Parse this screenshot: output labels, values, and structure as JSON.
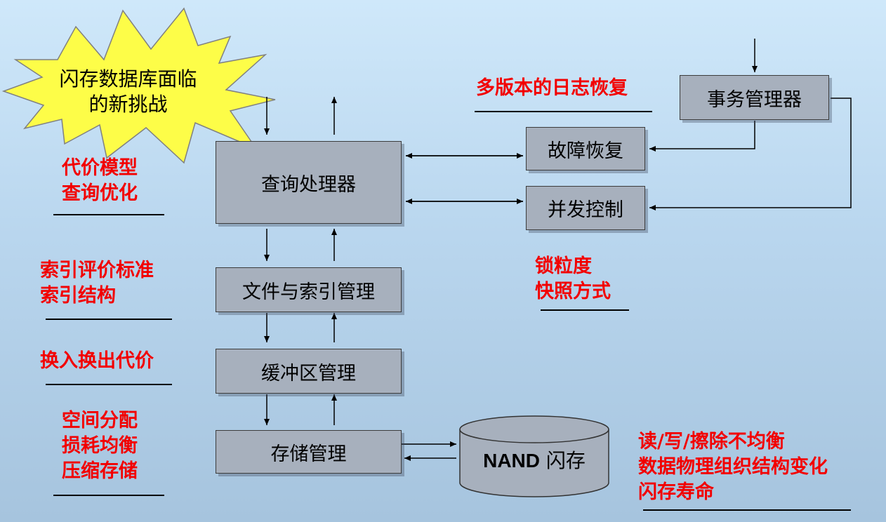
{
  "starburst": {
    "line1": "闪存数据库面临",
    "line2": "的新挑战"
  },
  "boxes": {
    "query": "查询处理器",
    "file_index": "文件与索引管理",
    "buffer": "缓冲区管理",
    "storage": "存储管理",
    "transaction": "事务管理器",
    "recovery": "故障恢复",
    "concurrency": "并发控制"
  },
  "nand": {
    "bold": "NAND",
    "rest": " 闪存"
  },
  "notes": {
    "cost_model": [
      "代价模型",
      "查询优化"
    ],
    "index": [
      "索引评价标准",
      "索引结构"
    ],
    "swap": [
      "换入换出代价"
    ],
    "space": [
      "空间分配",
      "损耗均衡",
      "压缩存储"
    ],
    "multiversion": [
      "多版本的日志恢复"
    ],
    "lock": [
      "锁粒度",
      "快照方式"
    ],
    "flash": [
      "读/写/擦除不均衡",
      "数据物理组织结构变化",
      "闪存寿命"
    ]
  },
  "colors": {
    "note_red": "#f20000",
    "box_fill": "#a7b0bd",
    "background_top": "#cfe8fa",
    "background_bottom": "#a6c4de"
  }
}
